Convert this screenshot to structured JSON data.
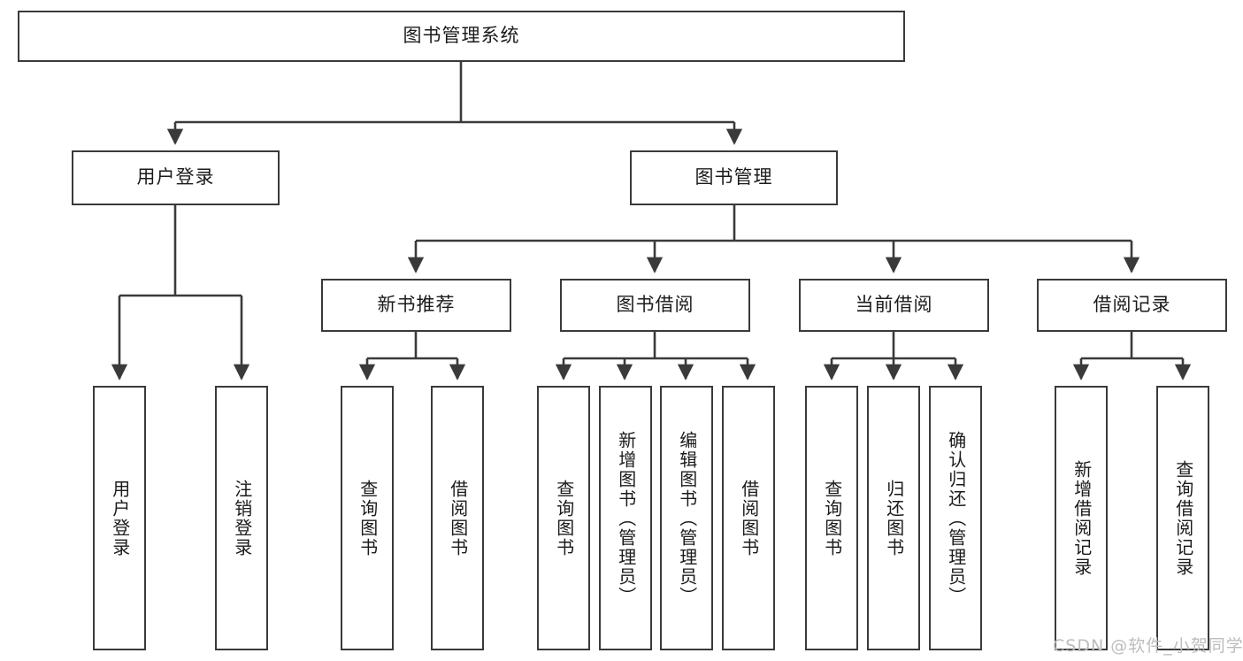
{
  "diagram": {
    "type": "tree-hierarchy",
    "title": "图书管理系统",
    "watermark": "CSDN @软件_小贺同学",
    "colors": {
      "box_border": "#3a3a3a",
      "box_fill": "#ffffff",
      "edge": "#3a3a3a",
      "text": "#1b1b1b",
      "watermark": "#bdbdbd"
    },
    "nodes": {
      "root": "图书管理系统",
      "level2": [
        {
          "label": "用户登录"
        },
        {
          "label": "图书管理"
        }
      ],
      "level3": [
        {
          "label": "新书推荐"
        },
        {
          "label": "图书借阅"
        },
        {
          "label": "当前借阅"
        },
        {
          "label": "借阅记录"
        }
      ],
      "leaves": {
        "user_login": [
          {
            "label": "用户登录"
          },
          {
            "label": "注销登录"
          }
        ],
        "new_book": [
          {
            "label": "查询图书"
          },
          {
            "label": "借阅图书"
          }
        ],
        "borrow_book": [
          {
            "label": "查询图书"
          },
          {
            "label": "新增图书（管理员）"
          },
          {
            "label": "编辑图书（管理员）"
          },
          {
            "label": "借阅图书"
          }
        ],
        "current_borrow": [
          {
            "label": "查询图书"
          },
          {
            "label": "归还图书"
          },
          {
            "label": "确认归还（管理员）"
          }
        ],
        "borrow_record": [
          {
            "label": "新增借阅记录"
          },
          {
            "label": "查询借阅记录"
          }
        ]
      }
    }
  }
}
